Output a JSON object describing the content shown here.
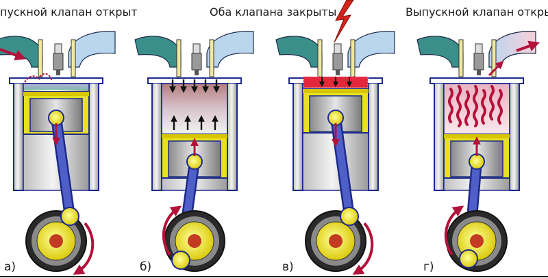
{
  "captions": {
    "left": "пускной клапан открыт",
    "middle": "Оба клапана закрыты",
    "right": "Выпускной клапан откры"
  },
  "stage_labels": [
    "а)",
    "б)",
    "в)",
    "г)"
  ],
  "colors": {
    "intake_port": "#3a8f8a",
    "exhaust_port": "#b9d6ee",
    "cylinder_wall": "#1c2a8c",
    "piston": "#e8e020",
    "connecting_rod": "#3f4fb8",
    "crank_disc": "#2a2a2a",
    "crank_hub": "#e8e020",
    "arrow": "#b3123a",
    "spark": "#d6241a"
  }
}
